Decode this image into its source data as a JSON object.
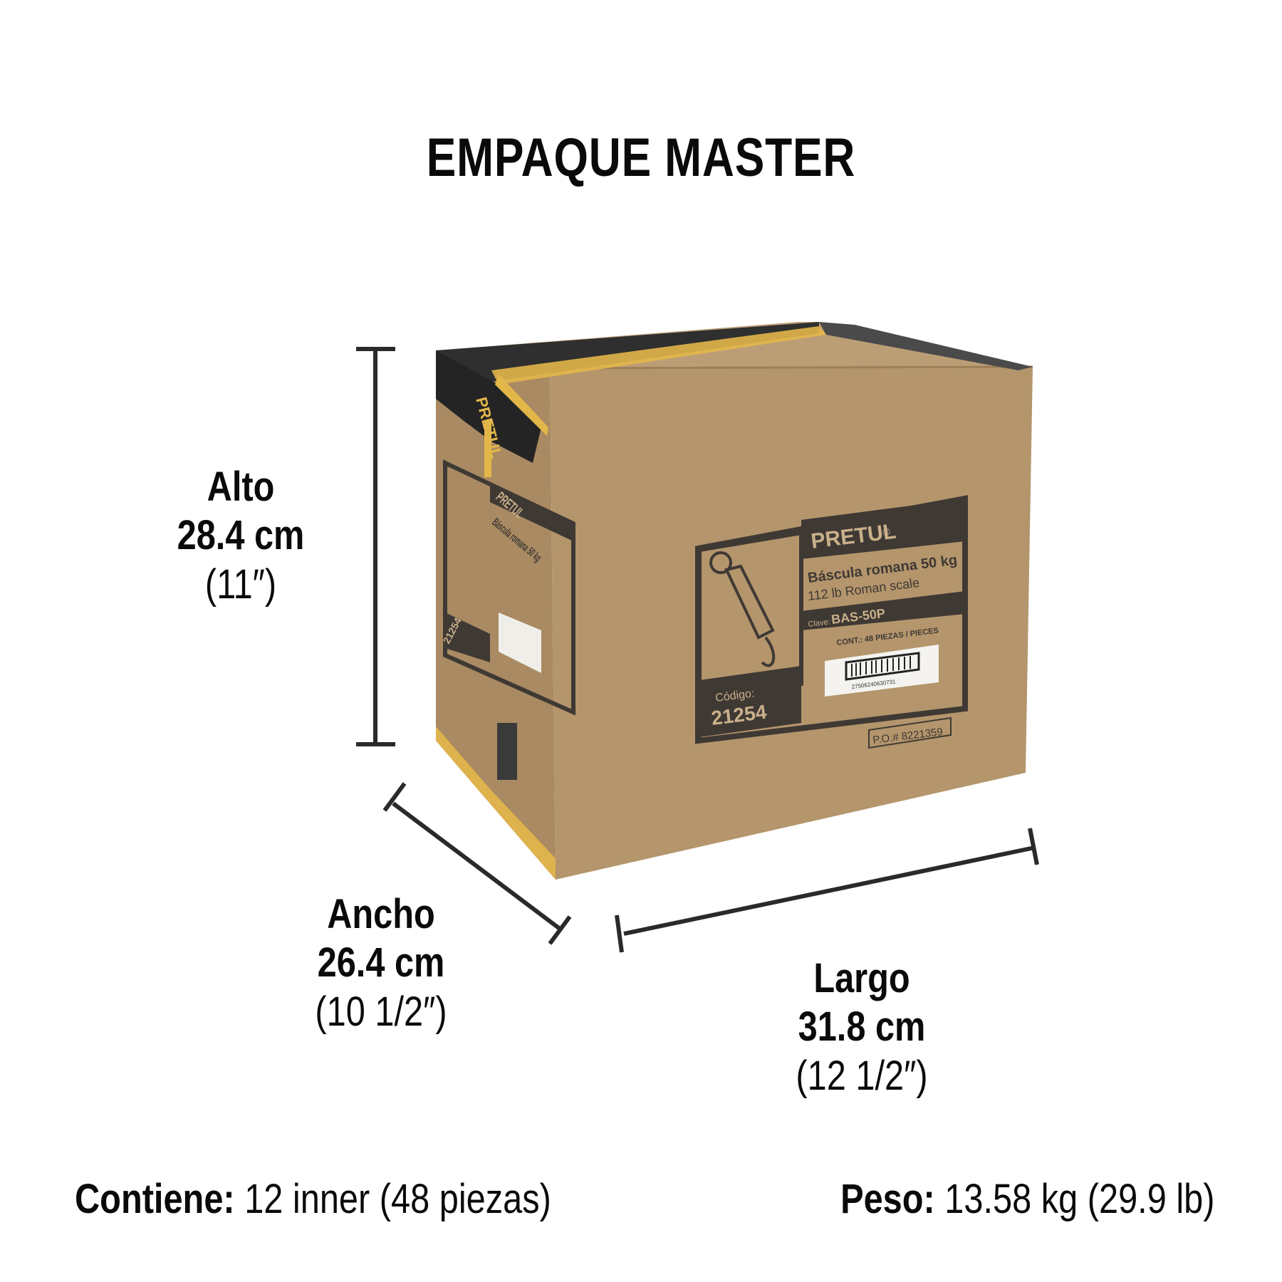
{
  "title": "EMPAQUE MASTER",
  "dimensions": {
    "alto": {
      "label": "Alto",
      "cm": "28.4 cm",
      "inches": "(11″)"
    },
    "ancho": {
      "label": "Ancho",
      "cm": "26.4 cm",
      "inches": "(10 1/2″)"
    },
    "largo": {
      "label": "Largo",
      "cm": "31.8 cm",
      "inches": "(12 1/2″)"
    }
  },
  "footer": {
    "contains_label": "Contiene:",
    "contains_value": "12 inner (48 piezas)",
    "weight_label": "Peso:",
    "weight_value": "13.58 kg (29.9 lb)"
  },
  "box_label": {
    "brand": "PRETUL",
    "registered": "®",
    "product_es": "Báscula romana 50 kg",
    "product_en": "112 lb Roman scale",
    "clave_label": "Clave:",
    "clave_value": "BAS-50P",
    "content": "CONT.: 48 PIEZAS / PIECES",
    "barcode_number": "27506240630731",
    "codigo_label": "Código:",
    "codigo_value": "21254",
    "po_number": "P.O.# 8221359",
    "tape_text": "PRETUL"
  },
  "colors": {
    "cardboard_front": "#b4956c",
    "cardboard_side": "#a98a62",
    "cardboard_top": "#bc9e76",
    "print_dark": "#3f3934",
    "tape_black": "#2b2b2b",
    "tape_yellow": "#e3b64a",
    "ink": "#0a0a0a"
  }
}
